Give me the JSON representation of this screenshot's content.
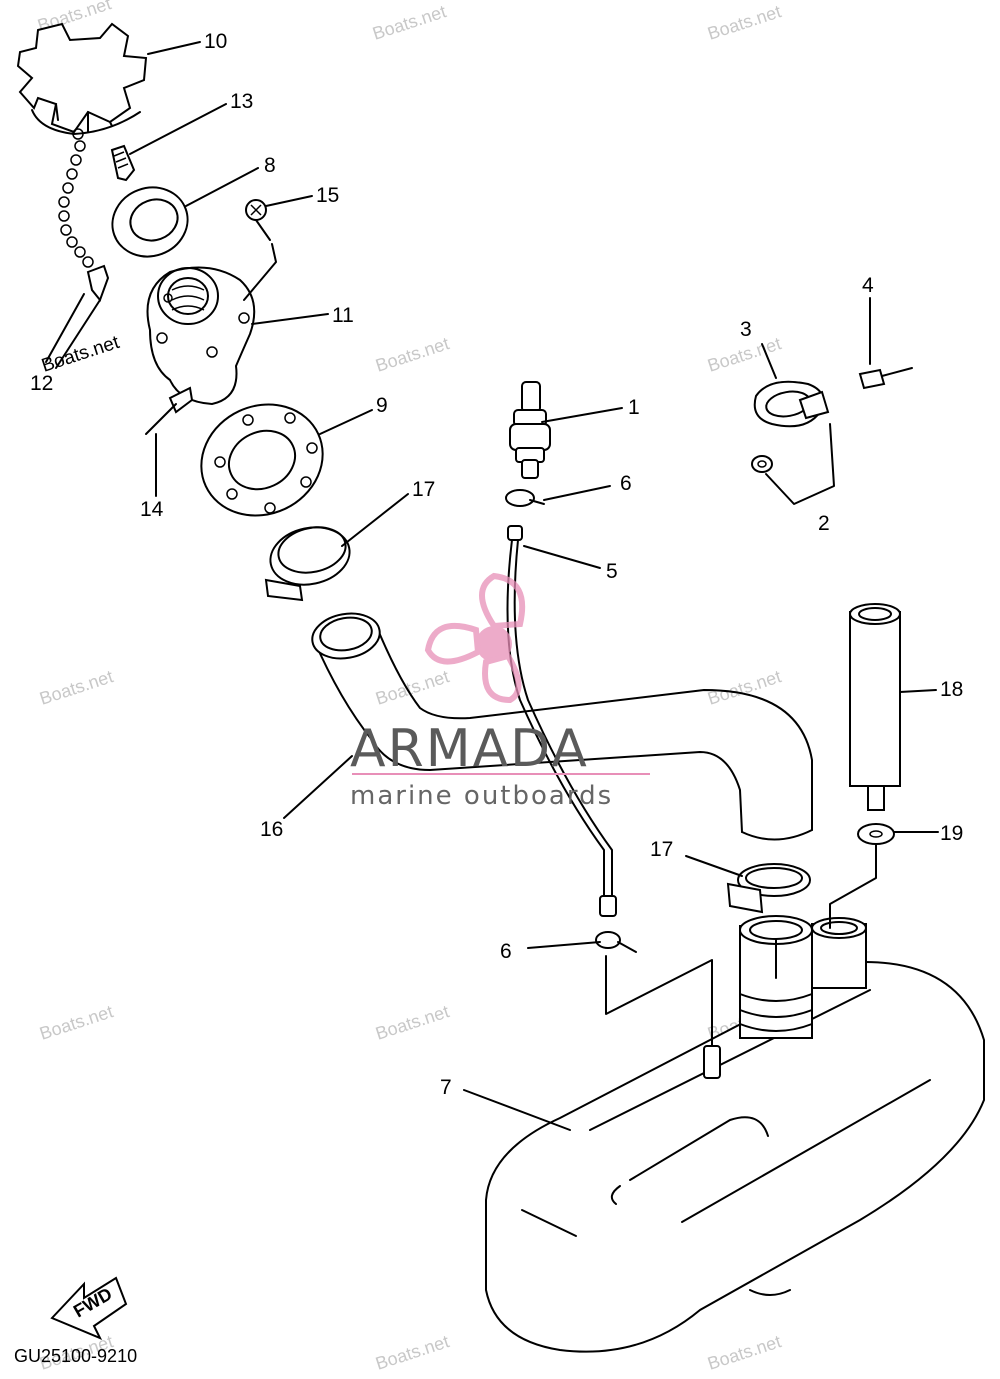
{
  "diagram": {
    "code": "GU25100-9210",
    "fwd": "FWD",
    "watermark": "Boats.net",
    "brand": {
      "name": "ARMADA",
      "tagline": "marine outboards"
    },
    "parts": [
      {
        "id": "p10",
        "text": "10"
      },
      {
        "id": "p13",
        "text": "13"
      },
      {
        "id": "p8",
        "text": "8"
      },
      {
        "id": "p15",
        "text": "15"
      },
      {
        "id": "p11",
        "text": "11"
      },
      {
        "id": "p12",
        "text": "12"
      },
      {
        "id": "p9",
        "text": "9"
      },
      {
        "id": "p14",
        "text": "14"
      },
      {
        "id": "p17a",
        "text": "17"
      },
      {
        "id": "p1",
        "text": "1"
      },
      {
        "id": "p6a",
        "text": "6"
      },
      {
        "id": "p5",
        "text": "5"
      },
      {
        "id": "p3",
        "text": "3"
      },
      {
        "id": "p4",
        "text": "4"
      },
      {
        "id": "p2",
        "text": "2"
      },
      {
        "id": "p18",
        "text": "18"
      },
      {
        "id": "p16",
        "text": "16"
      },
      {
        "id": "p17b",
        "text": "17"
      },
      {
        "id": "p19",
        "text": "19"
      },
      {
        "id": "p6b",
        "text": "6"
      },
      {
        "id": "p7",
        "text": "7"
      }
    ]
  }
}
